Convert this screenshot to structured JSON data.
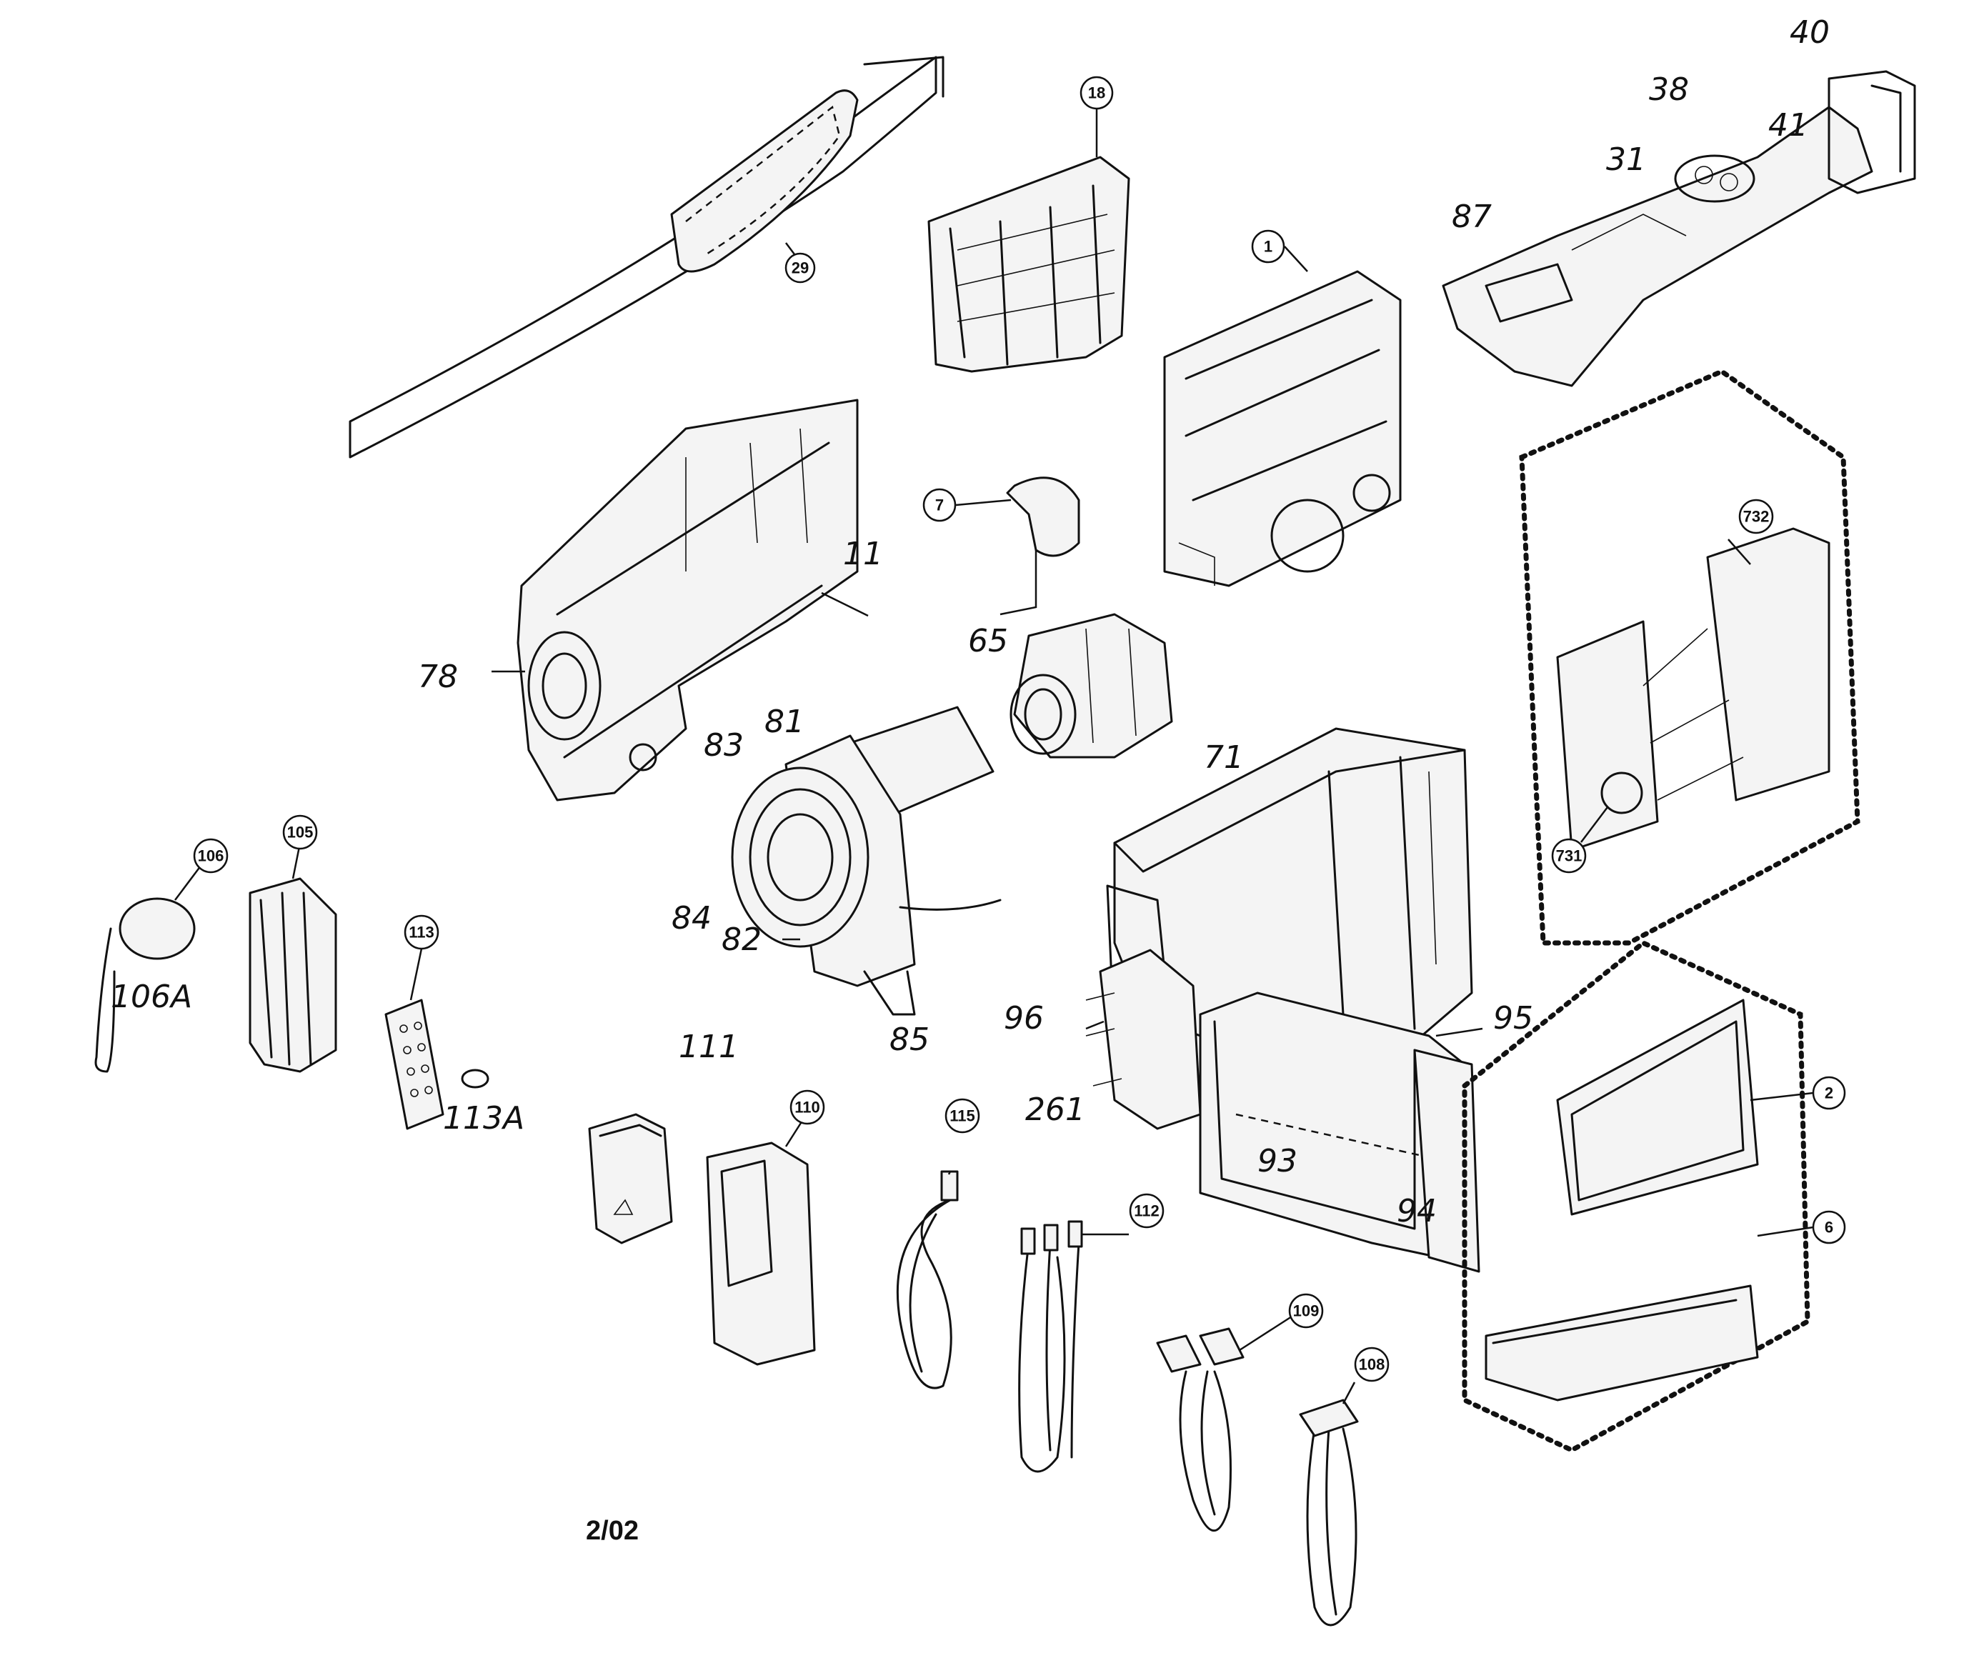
{
  "diagram": {
    "callouts": {
      "c1": "1",
      "c2": "2",
      "c6": "6",
      "c7": "7",
      "c18": "18",
      "c29": "29",
      "c105": "105",
      "c106": "106",
      "c108": "108",
      "c109": "109",
      "c110": "110",
      "c112": "112",
      "c113": "113",
      "c115": "115",
      "c731": "731",
      "c732": "732"
    },
    "handwritten_labels": {
      "l11": "11",
      "l31": "31",
      "l38": "38",
      "l40": "40",
      "l41": "41",
      "l65": "65",
      "l71": "71",
      "l78": "78",
      "l81": "81",
      "l82": "82",
      "l83": "83",
      "l84": "84",
      "l85": "85",
      "l87": "87",
      "l93": "93",
      "l94": "94",
      "l95": "95",
      "l96": "96",
      "l106A": "106A",
      "l111": "111",
      "l113A": "113A",
      "l261": "261"
    },
    "footer_code": "2/02"
  }
}
